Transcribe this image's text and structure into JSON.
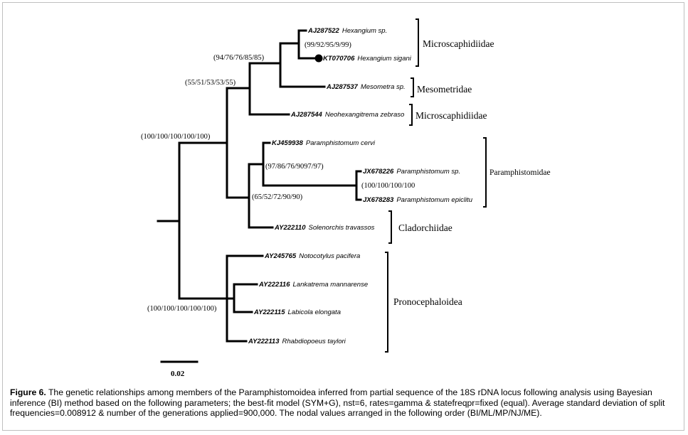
{
  "taxa": [
    {
      "id": "AJ287522",
      "name": "Hexangium sp."
    },
    {
      "id": "KT070706",
      "name": "Hexangium sigani"
    },
    {
      "id": "AJ287537",
      "name": "Mesometra sp."
    },
    {
      "id": "AJ287544",
      "name": "Neohexangitrema zebraso"
    },
    {
      "id": "KJ459938",
      "name": "Paramphistomum cervi"
    },
    {
      "id": "JX678226",
      "name": "Paramphistomum sp."
    },
    {
      "id": "JX678283",
      "name": "Paramphistomum epiclitu"
    },
    {
      "id": "AY222110",
      "name": "Solenorchis travassos"
    },
    {
      "id": "AY245765",
      "name": "Notocotylus pacifera"
    },
    {
      "id": "AY222116",
      "name": "Lankatrema mannarense"
    },
    {
      "id": "AY222115",
      "name": "Labicola elongata"
    },
    {
      "id": "AY222113",
      "name": "Rhabdiopoeus taylori"
    }
  ],
  "node_labels": [
    "(99/92/95/9/99)",
    "(94/76/76/85/85)",
    "(55/51/53/53/55)",
    "(100/100/100/100/100)",
    "(97/86/76/9097/97)",
    "(100/100/100/100",
    "(65/52/72/90/90)",
    "(100/100/100/100/100)"
  ],
  "families": [
    "Microscaphidiidae",
    "Mesometridae",
    "Microscaphidiidae",
    "Paramphistomidae",
    "Cladorchiidae",
    "Pronocephaloidea"
  ],
  "scale_bar": {
    "label": "0.02"
  },
  "caption": {
    "label": "Figure 6.",
    "text": "The genetic relationships among members of the Paramphistomoidea inferred from partial sequence of the 18S rDNA locus following analysis using Bayesian inference (BI) method based on the following parameters; the best-fit model (SYM+G), nst=6, rates=gamma & statefreqpr=fixed (equal). Average standard deviation of split frequencies=0.008912 & number of the generations applied=900,000. The nodal values arranged in the following order (BI/ML/MP/NJ/ME)."
  }
}
